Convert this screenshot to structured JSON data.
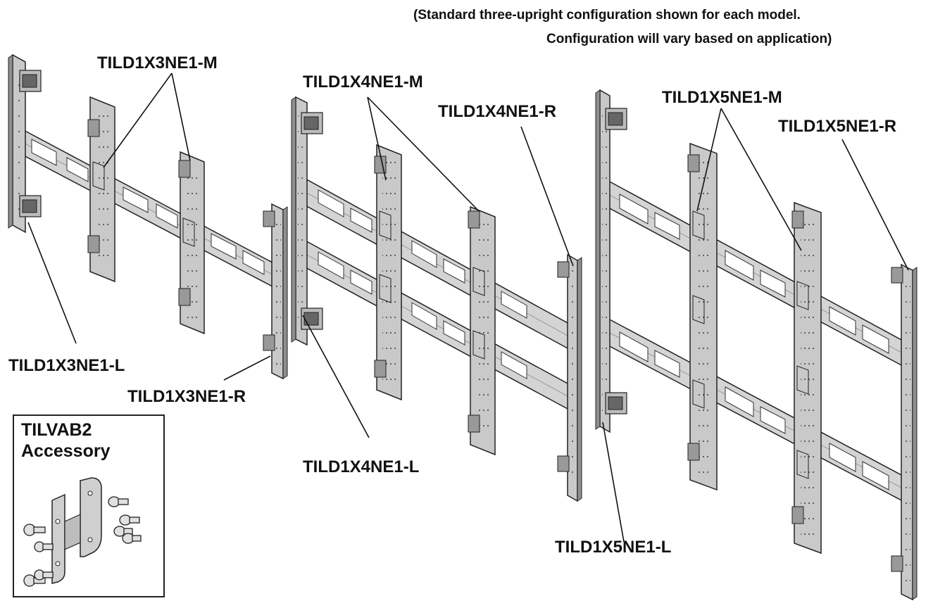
{
  "note": {
    "line1": "(Standard three-upright configuration shown for each model.",
    "line2": "Configuration will vary based on application)"
  },
  "labels": {
    "x3_m": "TILD1X3NE1-M",
    "x3_l": "TILD1X3NE1-L",
    "x3_r": "TILD1X3NE1-R",
    "x4_m": "TILD1X4NE1-M",
    "x4_r": "TILD1X4NE1-R",
    "x4_l": "TILD1X4NE1-L",
    "x5_m": "TILD1X5NE1-M",
    "x5_r": "TILD1X5NE1-R",
    "x5_l": "TILD1X5NE1-L"
  },
  "accessory": {
    "model": "TILVAB2",
    "caption": "Accessory"
  },
  "colors": {
    "metal": "#c9c9c9",
    "metal_dark": "#8f8f8f",
    "outline": "#222222"
  }
}
